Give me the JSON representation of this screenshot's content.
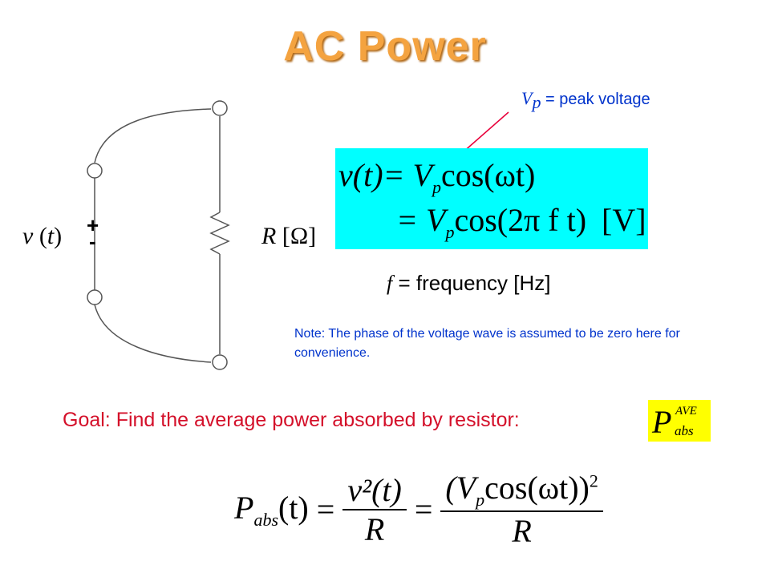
{
  "title": "AC Power",
  "circuit": {
    "source_label_v": "v",
    "source_label_t": "t",
    "plus_sign": "+",
    "minus_sign": "-",
    "resistor_label": "R",
    "resistor_unit": "Ω"
  },
  "peak_note": {
    "symbol": "V",
    "subscript": "p",
    "text": " = peak voltage",
    "arrow_color": "#e8003a"
  },
  "voltage_equation": {
    "line1_lhs": "v(t)",
    "line1_rhs": "= V",
    "line1_tail": "cos(ωt)",
    "line2_rhs": "= V",
    "line2_tail": "cos(2π f t)",
    "subscript": "p",
    "unit": "[V]",
    "box_color": "#00ffff"
  },
  "frequency_label": {
    "symbol": "f",
    "text": " = frequency [Hz]"
  },
  "note": "Note: The phase of the voltage wave is assumed to be zero here for convenience.",
  "goal": {
    "text": "Goal: Find the average power absorbed by resistor:",
    "symbol": "P",
    "superscript": "AVE",
    "subscript": "abs",
    "box_color": "#ffff00"
  },
  "power_equation": {
    "lhs_symbol": "P",
    "lhs_subscript": "abs",
    "lhs_arg": "(t)",
    "equals": "=",
    "frac1_num": "v²(t)",
    "frac1_den": "R",
    "frac2_num": "(V",
    "frac2_sub": "p",
    "frac2_num_tail": "cos(ωt))",
    "frac2_exp": "2",
    "frac2_den": "R"
  }
}
